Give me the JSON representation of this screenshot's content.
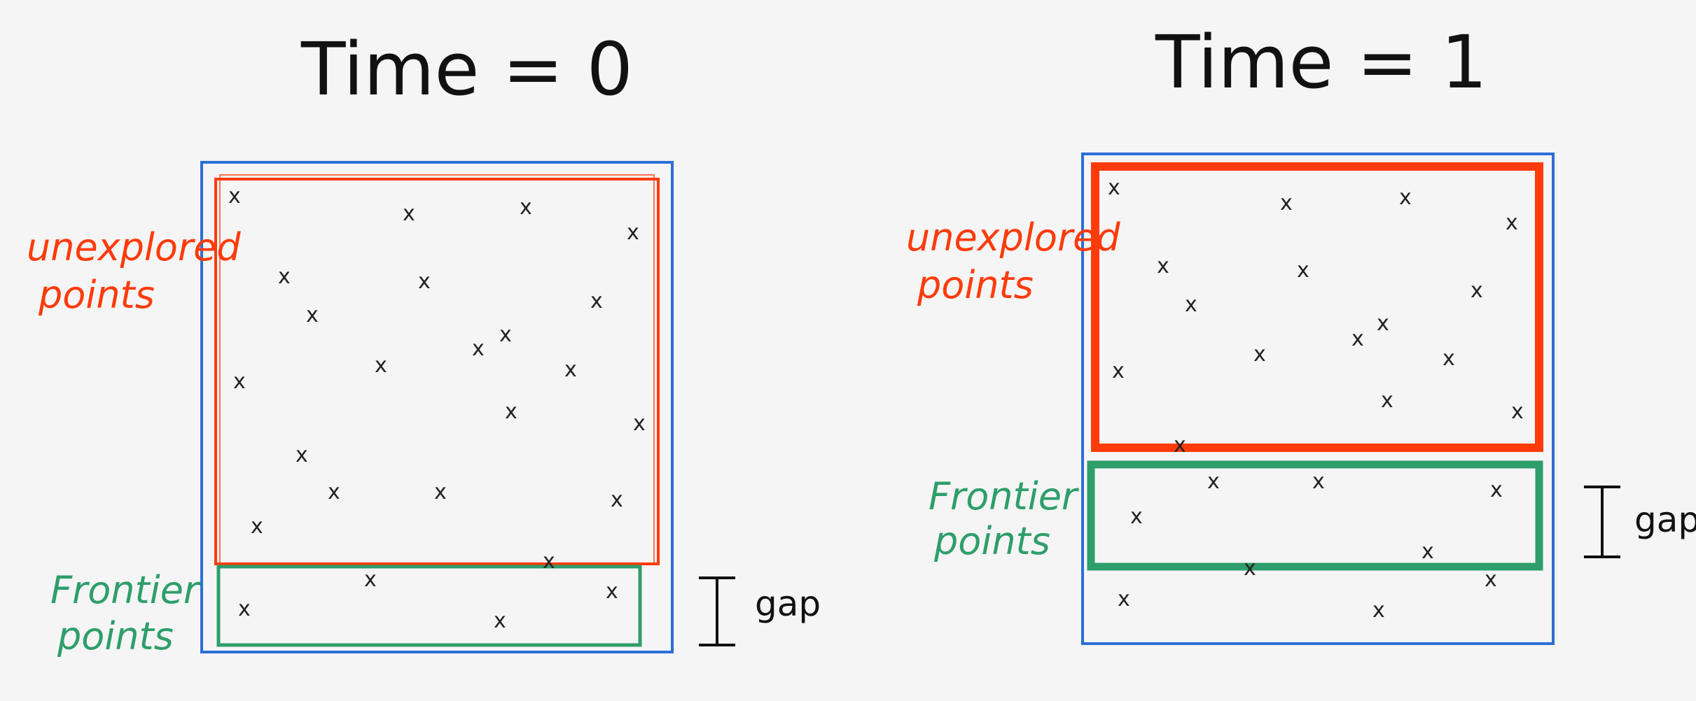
{
  "colors": {
    "blue": "#2b6fd6",
    "red": "#ff3b0a",
    "green": "#2e9e6a",
    "ink": "#111111",
    "background": "#f5f5f5"
  },
  "panel_left": {
    "title": "Time = 0",
    "unexplored_label_line1": "unexplored",
    "unexplored_label_line2": "points",
    "frontier_label_line1": "Frontier",
    "frontier_label_line2": "points",
    "gap_label": "gap",
    "point_mark": "x"
  },
  "panel_right": {
    "title": "Time = 1",
    "unexplored_label_line1": "unexplored",
    "unexplored_label_line2": "points",
    "frontier_label_line1": "Frontier",
    "frontier_label_line2": "points",
    "gap_label": "gap",
    "point_mark": "x"
  }
}
